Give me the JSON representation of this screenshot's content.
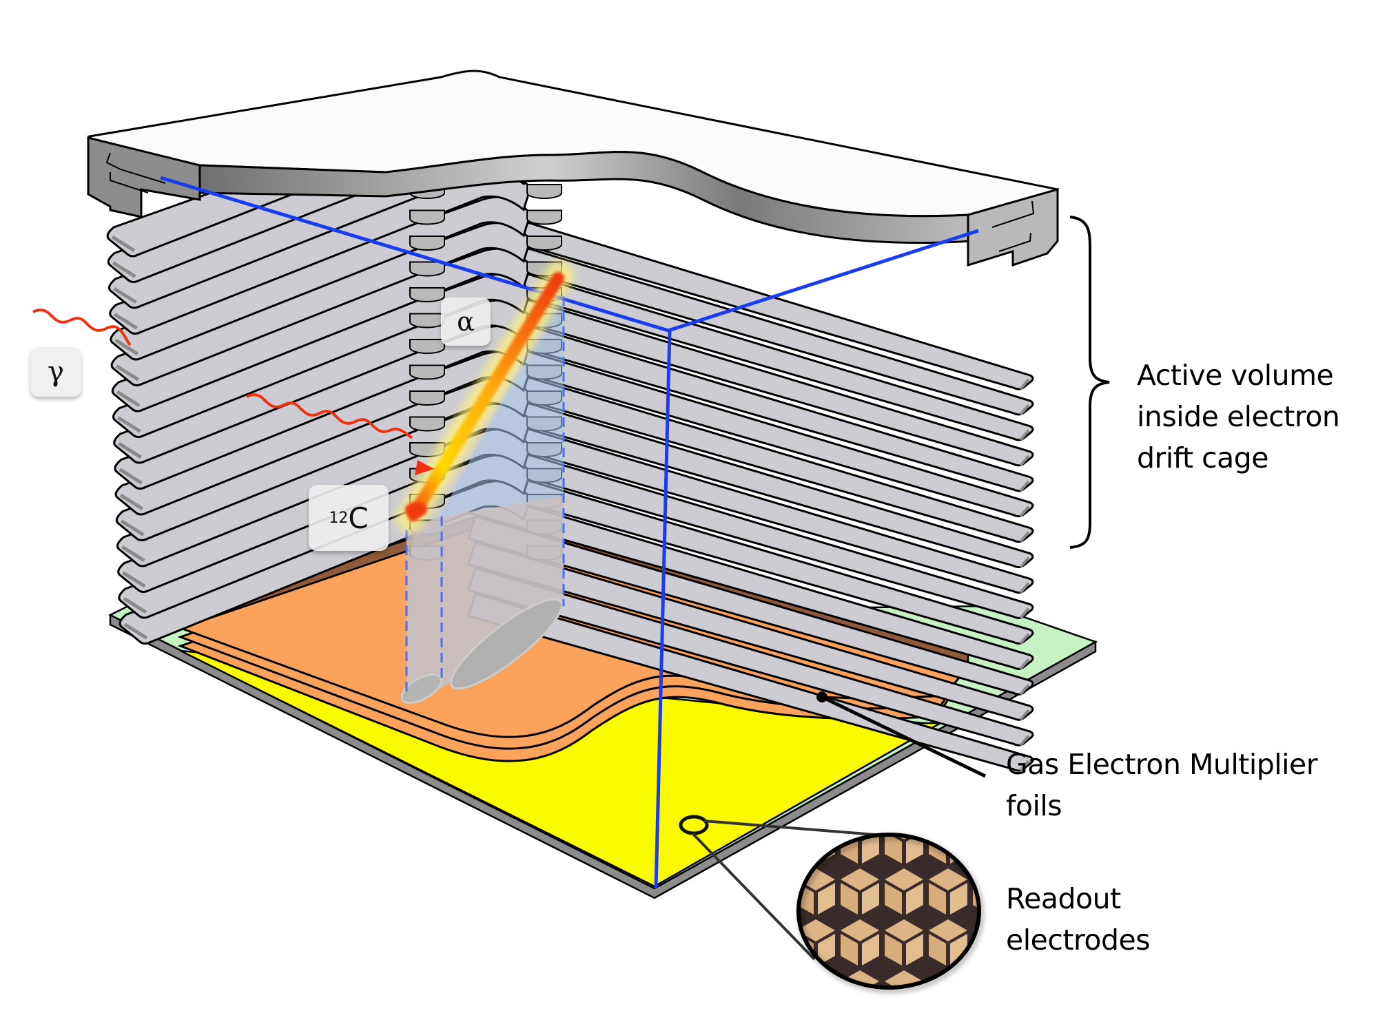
{
  "labels": {
    "active_volume": [
      "Active volume",
      "inside electron",
      "drift cage"
    ],
    "gem_foils": [
      "Gas Electron Multiplier",
      "foils"
    ],
    "readout": [
      "Readout",
      "electrodes"
    ]
  },
  "particles": {
    "gamma": "γ",
    "alpha": "α",
    "carbon_mass": "12",
    "carbon_symbol": "C"
  },
  "colors": {
    "field_plate": "#cdccd2",
    "field_plate_edge": "#8a8a8a",
    "guide_line": "#1a3cf0",
    "gem_foil": "#fba25c",
    "gem_foil_wall": "#8f5b3a",
    "readout_plane": "#fbfb00",
    "pcb": "#c6f2c4",
    "photon": "#f03010",
    "track_core": "#f04010",
    "track_glow": "#ffe000",
    "drift_projection": "#a9c4ec",
    "electrode_pad": "#dcb586",
    "electrode_gap": "#3a2a2a"
  }
}
